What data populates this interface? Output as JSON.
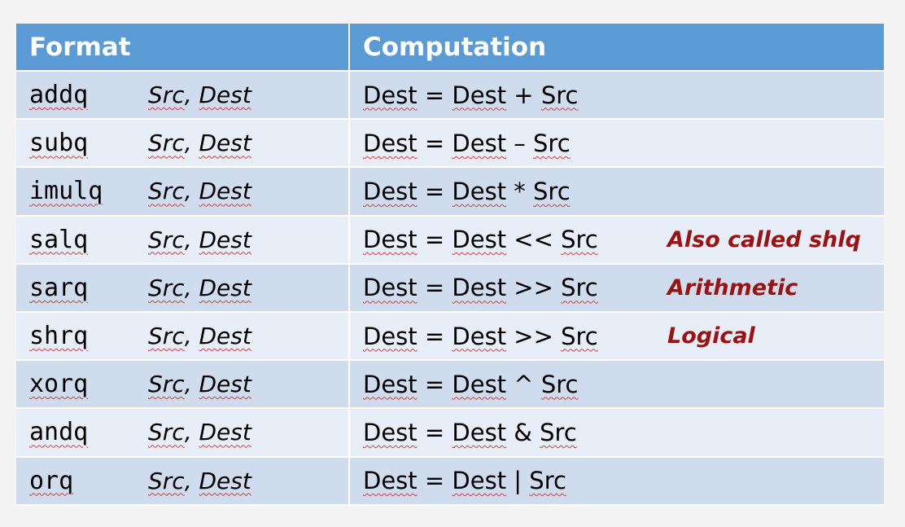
{
  "headers": {
    "format": "Format",
    "computation": "Computation"
  },
  "rows": [
    {
      "op": "addq",
      "src": "Src",
      "sep": ",",
      "dest": "Dest",
      "lhs": "Dest",
      "eq": "=",
      "rhs_a": "Dest",
      "operator": "+",
      "rhs_b": "Src",
      "note": ""
    },
    {
      "op": "subq",
      "src": "Src",
      "sep": ",",
      "dest": "Dest",
      "lhs": "Dest",
      "eq": "=",
      "rhs_a": "Dest",
      "operator": "–",
      "rhs_b": "Src",
      "note": ""
    },
    {
      "op": "imulq",
      "src": "Src",
      "sep": ",",
      "dest": "Dest",
      "lhs": "Dest",
      "eq": "=",
      "rhs_a": "Dest",
      "operator": "*",
      "rhs_b": "Src",
      "note": ""
    },
    {
      "op": "salq",
      "src": "Src",
      "sep": ",",
      "dest": "Dest",
      "lhs": "Dest",
      "eq": "=",
      "rhs_a": "Dest",
      "operator": "<<",
      "rhs_b": "Src",
      "note": "Also called shlq"
    },
    {
      "op": "sarq",
      "src": "Src",
      "sep": ",",
      "dest": "Dest",
      "lhs": "Dest",
      "eq": "=",
      "rhs_a": "Dest",
      "operator": ">>",
      "rhs_b": "Src",
      "note": "Arithmetic"
    },
    {
      "op": "shrq",
      "src": "Src",
      "sep": ",",
      "dest": "Dest",
      "lhs": "Dest",
      "eq": "=",
      "rhs_a": "Dest",
      "operator": ">>",
      "rhs_b": "Src",
      "note": "Logical"
    },
    {
      "op": "xorq",
      "src": "Src",
      "sep": ",",
      "dest": "Dest",
      "lhs": "Dest",
      "eq": "=",
      "rhs_a": "Dest",
      "operator": "^",
      "rhs_b": "Src",
      "note": ""
    },
    {
      "op": "andq",
      "src": "Src",
      "sep": ",",
      "dest": "Dest",
      "lhs": "Dest",
      "eq": "=",
      "rhs_a": "Dest",
      "operator": "&",
      "rhs_b": "Src",
      "note": ""
    },
    {
      "op": "orq",
      "src": "Src",
      "sep": ",",
      "dest": "Dest",
      "lhs": "Dest",
      "eq": "=",
      "rhs_a": "Dest",
      "operator": "|",
      "rhs_b": "Src",
      "note": ""
    }
  ],
  "colors": {
    "header_bg": "#5b9bd5",
    "row_odd": "#cfdcee",
    "row_even": "#e8eef7",
    "note_color": "#9b1212"
  }
}
